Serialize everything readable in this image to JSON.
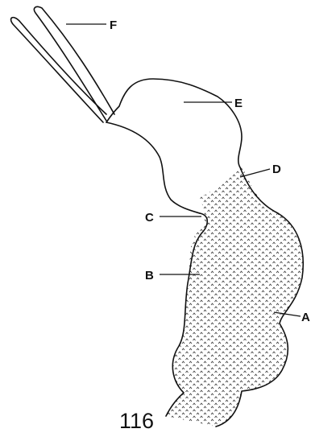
{
  "figure": {
    "number": "116",
    "labels": {
      "a": "A",
      "b": "B",
      "c": "C",
      "d": "D",
      "e": "E",
      "f": "F"
    }
  }
}
